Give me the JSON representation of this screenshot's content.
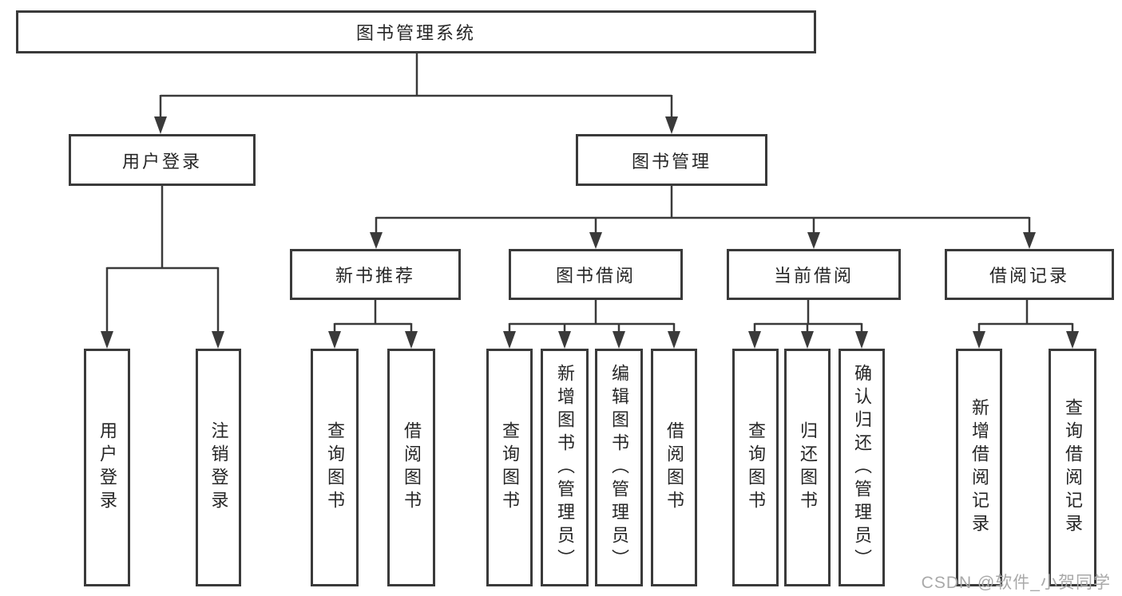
{
  "nodes": {
    "root": {
      "label": "图书管理系统"
    },
    "branches": [
      {
        "label": "用户登录"
      },
      {
        "label": "图书管理"
      }
    ],
    "modules": [
      {
        "label": "新书推荐"
      },
      {
        "label": "图书借阅"
      },
      {
        "label": "当前借阅"
      },
      {
        "label": "借阅记录"
      }
    ],
    "functions": [
      {
        "label": "用户登录"
      },
      {
        "label": "注销登录"
      },
      {
        "label": "查询图书"
      },
      {
        "label": "借阅图书"
      },
      {
        "label": "查询图书"
      },
      {
        "label": "新增图书（管理员）"
      },
      {
        "label": "编辑图书（管理员）"
      },
      {
        "label": "借阅图书"
      },
      {
        "label": "查询图书"
      },
      {
        "label": "归还图书"
      },
      {
        "label": "确认归还（管理员）"
      },
      {
        "label": "新增借阅记录"
      },
      {
        "label": "查询借阅记录"
      }
    ]
  },
  "watermark": {
    "text": "CSDN @软件_小贺同学"
  },
  "colors": {
    "line": "#3a3a3a",
    "text": "#262626",
    "watermark": "#a9a9a9",
    "background": "#ffffff"
  }
}
